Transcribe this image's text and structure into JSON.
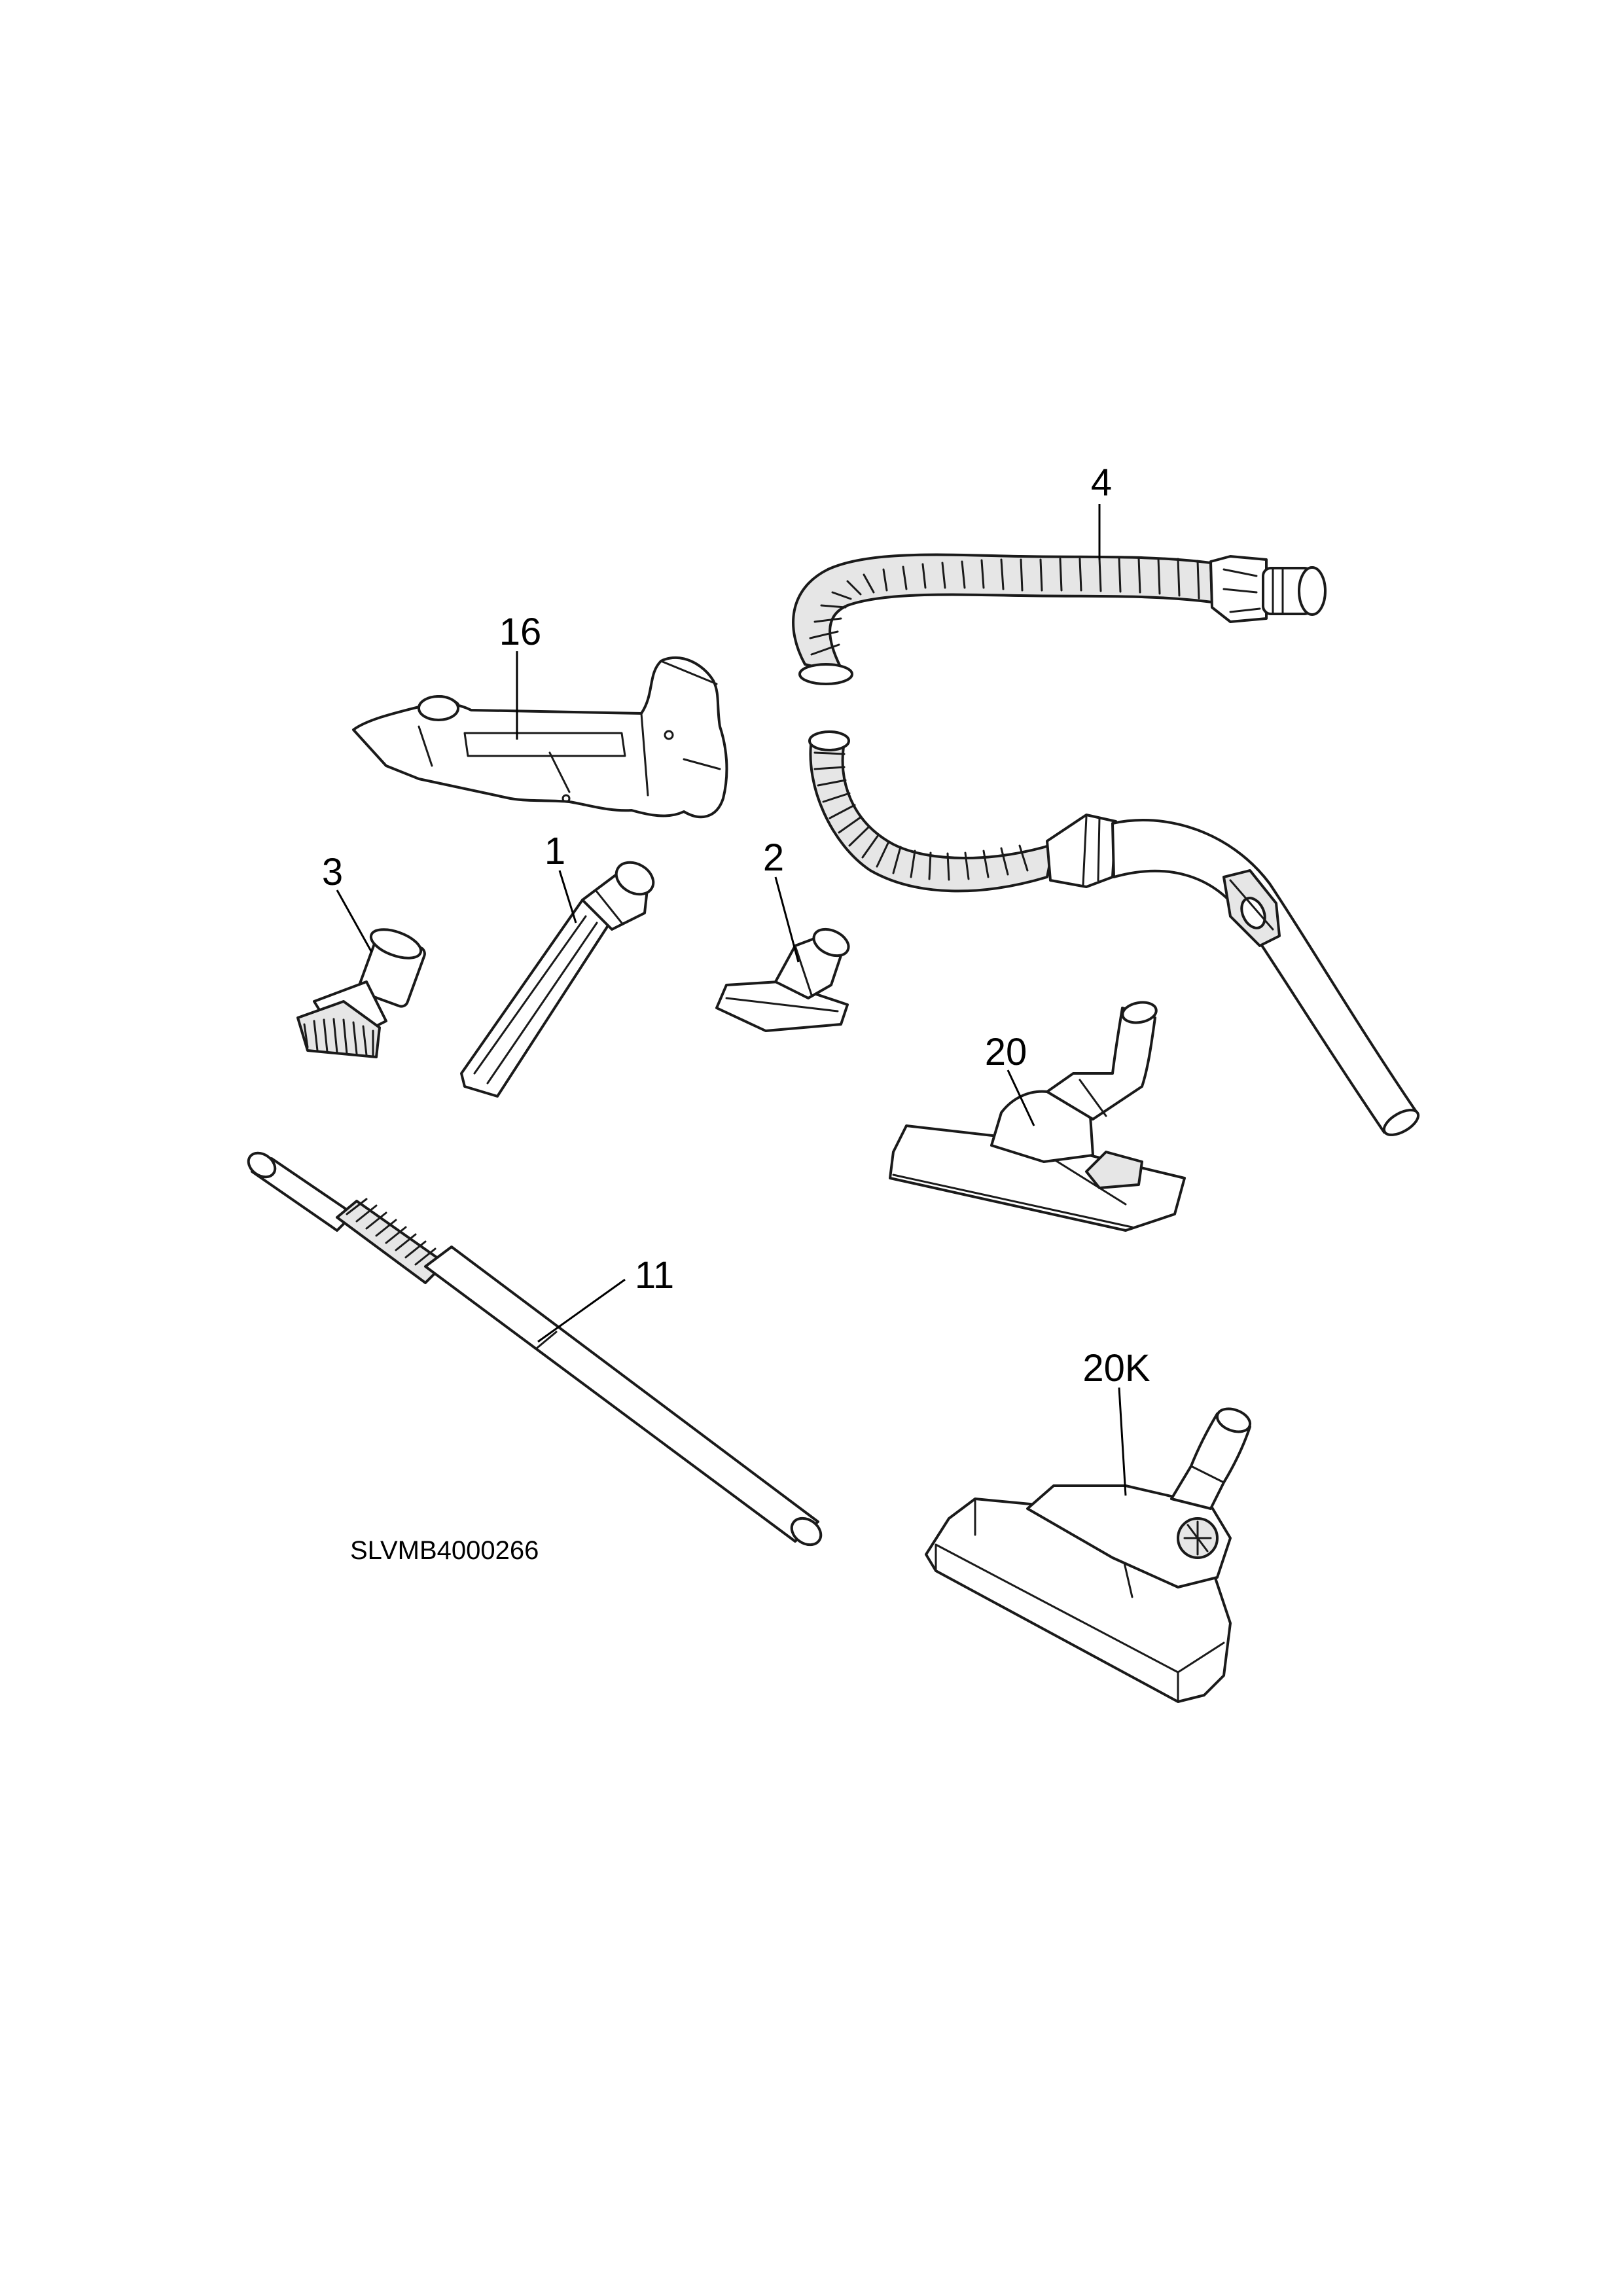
{
  "callouts": {
    "hose": "4",
    "handle_grip": "16",
    "dusting_brush": "3",
    "crevice_tool": "1",
    "upholstery_nozzle": "2",
    "floor_nozzle": "20",
    "telescopic_tube": "11",
    "turbo_nozzle": "20K"
  },
  "reference_code": "SLVMB4000266"
}
